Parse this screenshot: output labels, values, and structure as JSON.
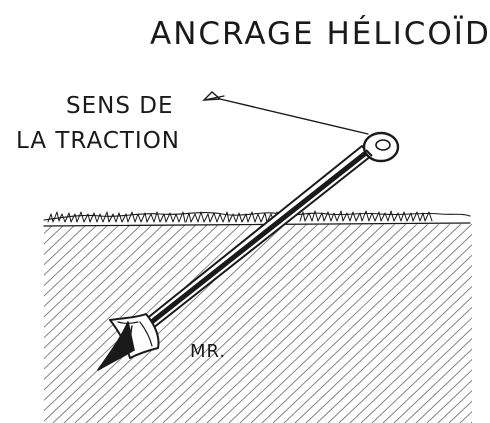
{
  "title": "ANCRAGE HÉLICOÏDAL",
  "traction_label": {
    "line1": "SENS DE",
    "line2": "LA TRACTION"
  },
  "signature": "MR.",
  "colors": {
    "ink": "#1a1a1a",
    "paper": "#ffffff",
    "hatch": "#7a7a7a"
  }
}
